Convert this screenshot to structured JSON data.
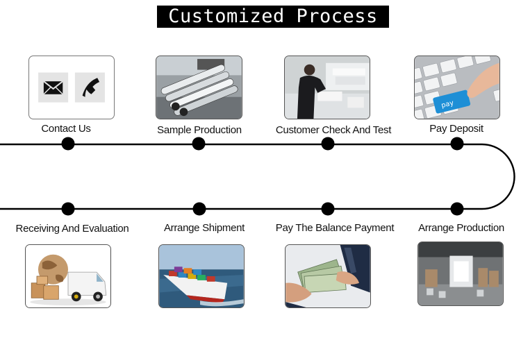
{
  "title": "Customized Process",
  "steps": [
    {
      "label": "Contact Us",
      "image": "envelope-and-phone-icons"
    },
    {
      "label": "Sample Production",
      "image": "steel-pipes-factory-photo"
    },
    {
      "label": "Customer Check And Test",
      "image": "worker-checking-goods-photo"
    },
    {
      "label": "Pay Deposit",
      "image": "keyboard-pay-key-photo"
    },
    {
      "label": "Arrange Production",
      "image": "production-workshop-photo"
    },
    {
      "label": "Pay The Balance Payment",
      "image": "hands-with-money-photo"
    },
    {
      "label": "Arrange Shipment",
      "image": "container-ship-photo"
    },
    {
      "label": "Receiving And Evaluation",
      "image": "globe-boxes-van-photo"
    }
  ],
  "pay_key_text": "pay",
  "colors": {
    "line": "#000000",
    "title_bg": "#000000",
    "title_text": "#ffffff",
    "pay_key": "#1e8fd6"
  }
}
